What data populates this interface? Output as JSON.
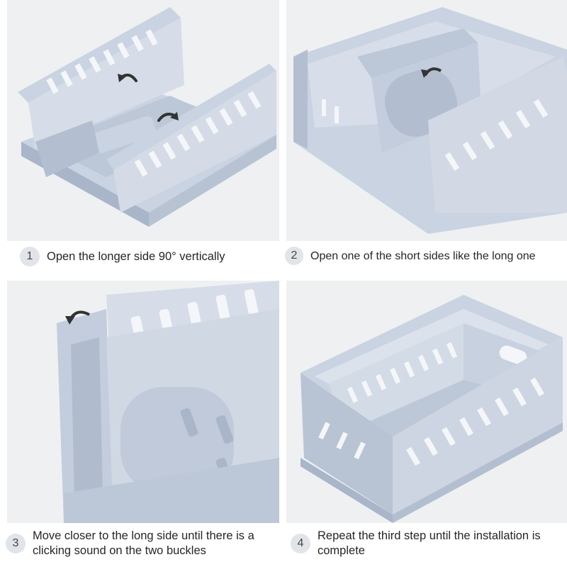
{
  "steps": [
    {
      "number": "1",
      "text": "Open the longer side 90° vertically"
    },
    {
      "number": "2",
      "text": "Open one of the short sides like the long one"
    },
    {
      "number": "3",
      "text": "Move closer to the long side until there is a clicking sound on the two buckles"
    },
    {
      "number": "4",
      "text": "Repeat the third step until the installation is complete"
    }
  ],
  "colors": {
    "crate": "#c9d3e2",
    "crate_shadow": "#a9b5c8",
    "crate_light": "#dde4ee",
    "slot": "#f4f6f9",
    "arrow": "#333333",
    "badge": "#e1e4e8"
  },
  "icons": [
    "rotate-arrow-icon"
  ]
}
